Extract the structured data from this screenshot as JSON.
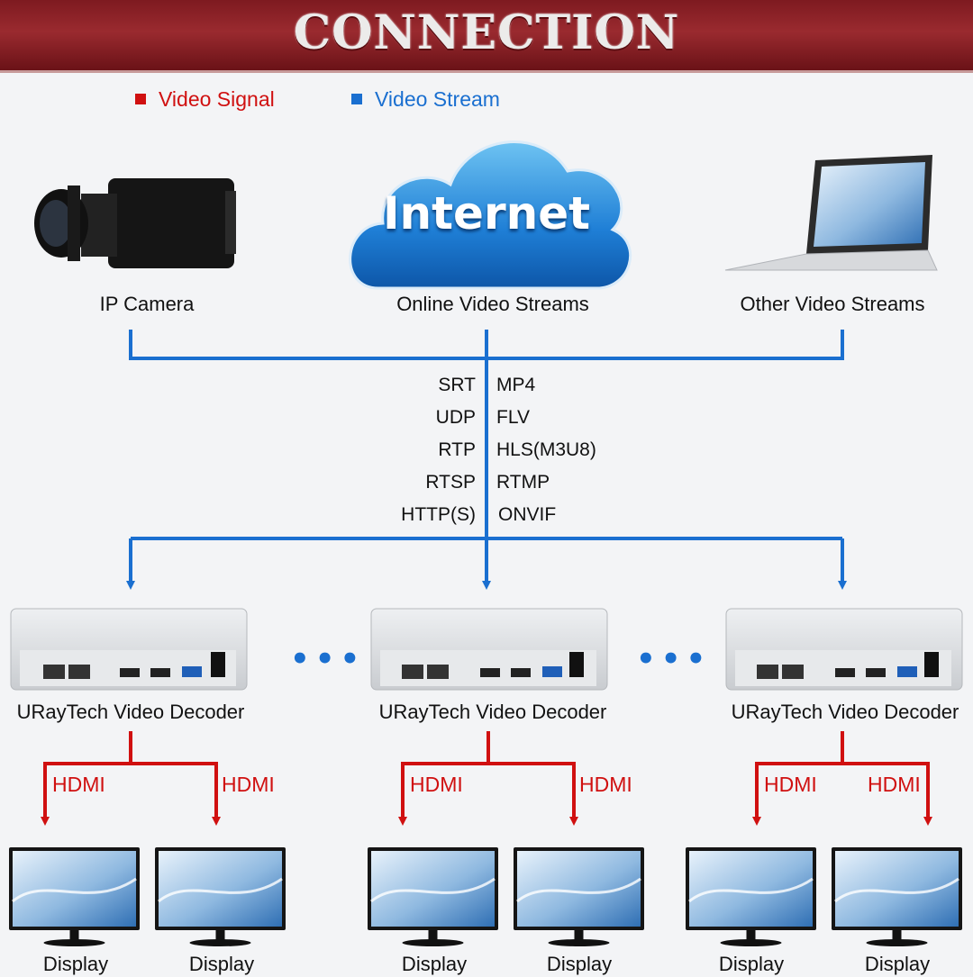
{
  "header": {
    "title": "CONNECTION"
  },
  "legend": [
    {
      "label": "Video Signal",
      "color": "#d01010"
    },
    {
      "label": "Video Stream",
      "color": "#1a6fd0"
    }
  ],
  "sources": [
    {
      "label": "IP Camera",
      "icon": "camera-icon"
    },
    {
      "label": "Online Video Streams",
      "icon": "cloud-icon",
      "cloud_text": "Internet"
    },
    {
      "label": "Other Video Streams",
      "icon": "laptop-icon"
    }
  ],
  "protocols_left": [
    "SRT",
    "UDP",
    "RTP",
    "RTSP",
    "HTTP(S)"
  ],
  "protocols_right": [
    "MP4",
    "FLV",
    "HLS(M3U8)",
    "RTMP",
    "ONVIF"
  ],
  "decoders": [
    {
      "label": "URayTech Video Decoder"
    },
    {
      "label": "URayTech Video Decoder"
    },
    {
      "label": "URayTech Video Decoder"
    }
  ],
  "ellipsis": "•••",
  "hdmi_label": "HDMI",
  "display_label": "Display",
  "colors": {
    "signal": "#d01010",
    "stream": "#1a6fd0",
    "banner": "#8a1e24"
  }
}
